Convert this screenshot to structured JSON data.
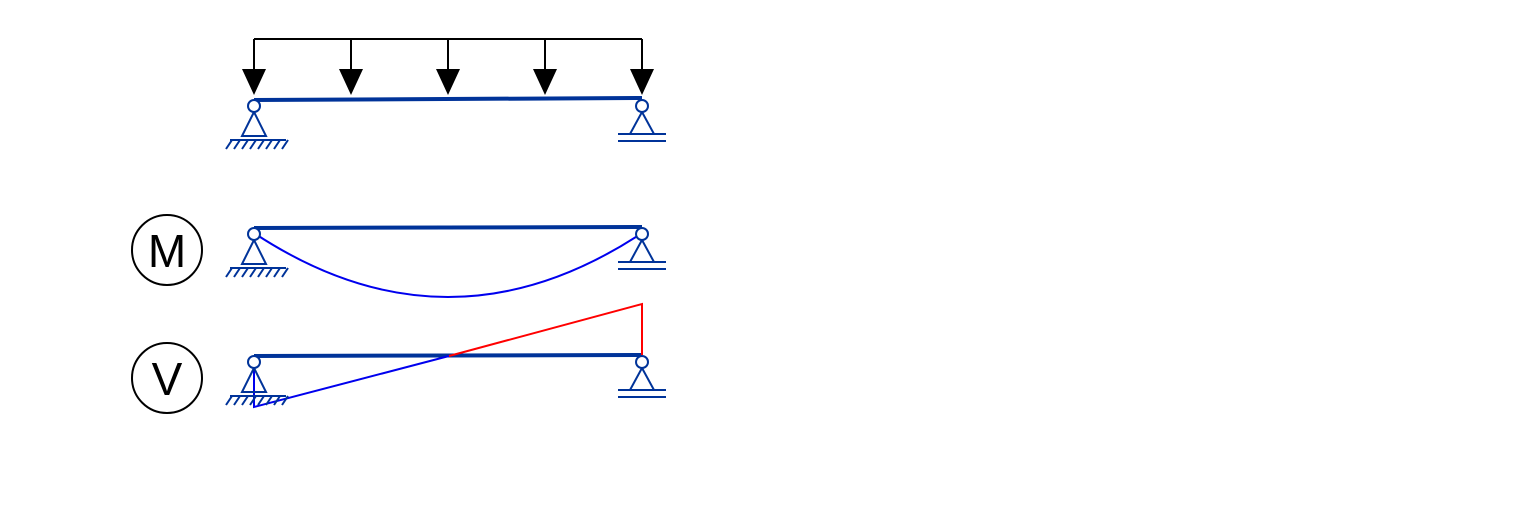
{
  "labels": {
    "moment": "M",
    "shear": "V"
  },
  "colors": {
    "beam": "#003399",
    "load": "#000000",
    "moment_diagram": "#0000ee",
    "shear_negative": "#0000ee",
    "shear_positive": "#ff0000"
  },
  "icons": {
    "left_support": "pin-support-icon",
    "right_support": "roller-support-icon",
    "distributed_load": "uniform-distributed-load-arrows"
  },
  "load": {
    "arrow_count": 5
  }
}
